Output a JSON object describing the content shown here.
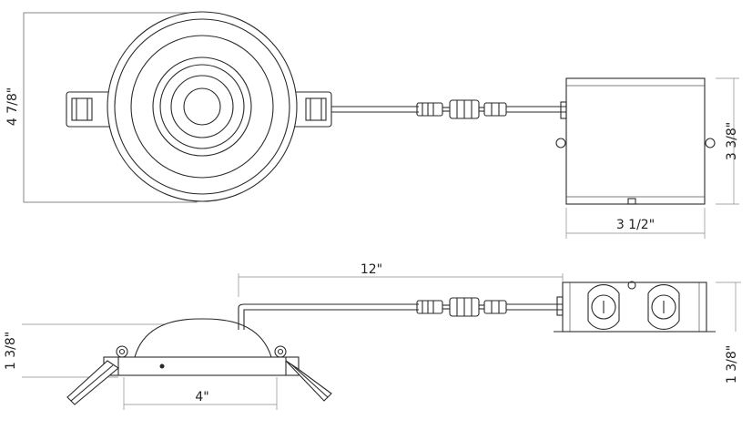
{
  "dimensions": {
    "top_height": "4 7/8\"",
    "box_height": "3 3/8\"",
    "box_width": "3 1/2\"",
    "cable_length": "12\"",
    "trim_height": "1 3/8\"",
    "trim_width": "4\"",
    "box_side_height": "1 3/8\""
  }
}
